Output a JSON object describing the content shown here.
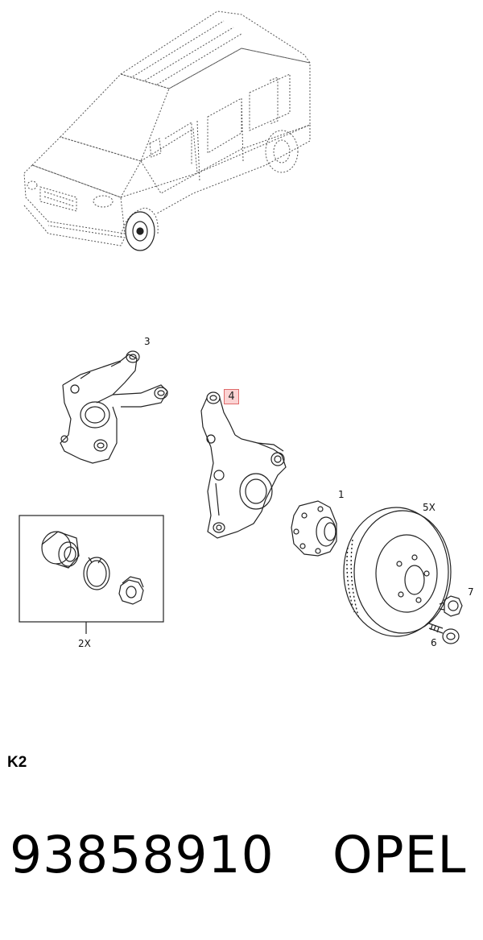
{
  "diagram": {
    "callouts": {
      "c1": "1",
      "c2": "2X",
      "c3": "3",
      "c4": "4",
      "c5": "5X",
      "c6": "6",
      "c7": "7"
    },
    "highlight_color": "#fbd3d3",
    "highlight_border_color": "#e06a6a"
  },
  "footer": {
    "section_code": "K2",
    "part_number": "93858910",
    "brand": "OPEL"
  }
}
